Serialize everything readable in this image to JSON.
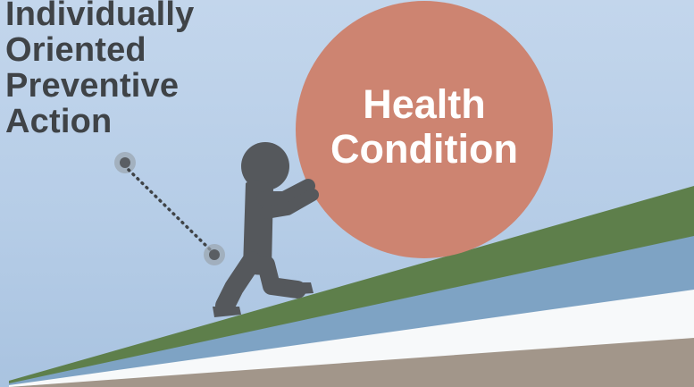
{
  "figure": {
    "heading_lines": [
      "Individually",
      "Oriented",
      "Preventive",
      "Action"
    ],
    "ball_label_lines": [
      "Health",
      "Condition"
    ],
    "colors": {
      "sky": "#b8cfe8",
      "heading_text": "#3f4347",
      "ball": "#cd8471",
      "ball_text": "#ffffff",
      "figure": "#55585c",
      "slope_green": "#5e7f4b",
      "slope_blue": "#7ea3c4",
      "slope_white": "#f7f9fa",
      "slope_taupe": "#a2968a",
      "connector": "#5a5e63"
    },
    "icons": [
      "person-pushing-icon",
      "connector-dot-icon"
    ]
  }
}
